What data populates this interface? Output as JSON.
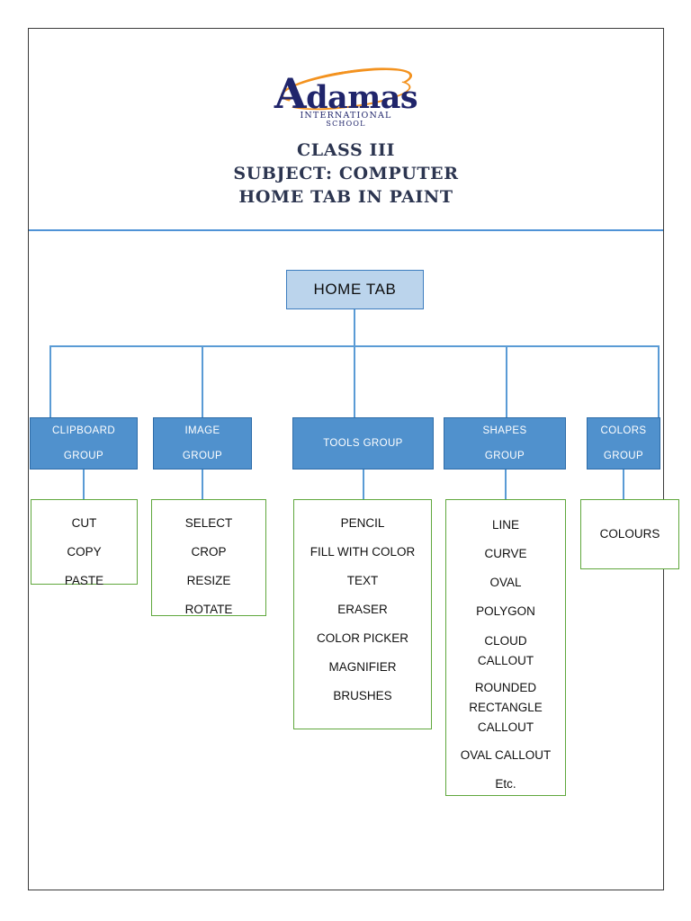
{
  "document": {
    "logo": {
      "wordmark": "Adamas",
      "line1": "INTERNATIONAL",
      "line2": "SCHOOL",
      "swoosh_color": "#F3921F",
      "wordmark_color": "#20256B"
    },
    "title_lines": [
      "CLASS III",
      "SUBJECT: COMPUTER",
      "HOME TAB IN PAINT"
    ],
    "rule_color": "#4F93D6"
  },
  "chart_data": {
    "type": "diagram",
    "root": {
      "label": "HOME TAB",
      "fill": "#BBD4EC",
      "border": "#3D7DBF"
    },
    "group_fill": "#5091CD",
    "group_border": "#2E6CA8",
    "detail_border": "#5FA73C",
    "connector_color": "#5A9BD5",
    "branches": [
      {
        "group_label": "CLIPBOARD\nGROUP",
        "items": [
          "CUT",
          "COPY",
          "PASTE"
        ]
      },
      {
        "group_label": "IMAGE\nGROUP",
        "items": [
          "SELECT",
          "CROP",
          "RESIZE",
          "ROTATE"
        ]
      },
      {
        "group_label": "TOOLS GROUP",
        "items": [
          "PENCIL",
          "FILL WITH COLOR",
          "TEXT",
          "ERASER",
          "COLOR PICKER",
          "MAGNIFIER",
          "BRUSHES"
        ]
      },
      {
        "group_label": "SHAPES\nGROUP",
        "items": [
          "LINE",
          "CURVE",
          "OVAL",
          "POLYGON",
          "CLOUD\nCALLOUT",
          "ROUNDED\nRECTANGLE\nCALLOUT",
          "OVAL CALLOUT",
          "Etc."
        ]
      },
      {
        "group_label": "COLORS\nGROUP",
        "items": [
          "COLOURS"
        ]
      }
    ]
  }
}
